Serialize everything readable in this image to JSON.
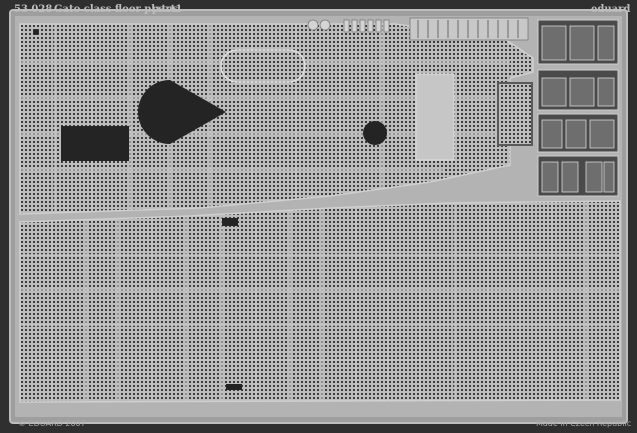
{
  "sheet": {
    "code": "53 028",
    "title": "Gato class floor plates",
    "part": "part1",
    "brand": "eduard",
    "copyright": "© EDUARD 2007",
    "origin": "Made in Czech Republic"
  },
  "colors": {
    "background": "#2f2f2f",
    "metal": "#bcbcbc",
    "metal_dark": "#9a9a9a",
    "etch_hole": "#3a3a3a",
    "frame_line": "#8c8c8c"
  }
}
